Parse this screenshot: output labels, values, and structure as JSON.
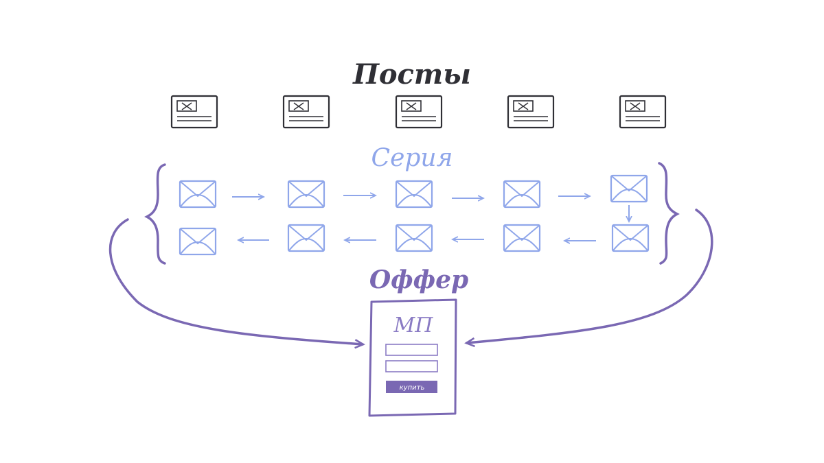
{
  "titles": {
    "posts": "Посты",
    "series": "Серия",
    "offer": "Оффер"
  },
  "landing": {
    "logo": "МП",
    "buy_label": "купить"
  },
  "colors": {
    "ink": "#2f2f35",
    "series": "#8fa6ea",
    "offer": "#7a68b3"
  },
  "icons": {
    "post": "post-card-icon",
    "email": "envelope-icon",
    "arrow": "arrow-icon"
  }
}
